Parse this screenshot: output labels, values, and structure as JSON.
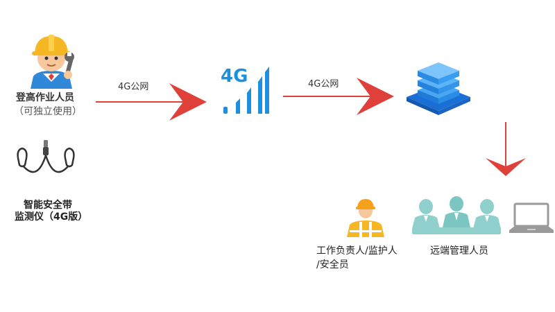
{
  "worker": {
    "title": "登高作业人员",
    "subtitle": "（可独立使用）"
  },
  "device": {
    "line1": "智能安全带",
    "line2": "监测仪（4G版）"
  },
  "network": {
    "link1_label": "4G公网",
    "link2_label": "4G公网",
    "signal_text": "4G"
  },
  "responsible": {
    "line1": "工作负责人/监护人",
    "line2": "/安全员"
  },
  "remote": {
    "label": "远端管理人员"
  },
  "colors": {
    "arrow": "#e0403a",
    "blue": "#1e8fdc",
    "server_dark": "#1f6fd6",
    "people": "#8fd0cc",
    "laptop": "#9a9a9a"
  }
}
